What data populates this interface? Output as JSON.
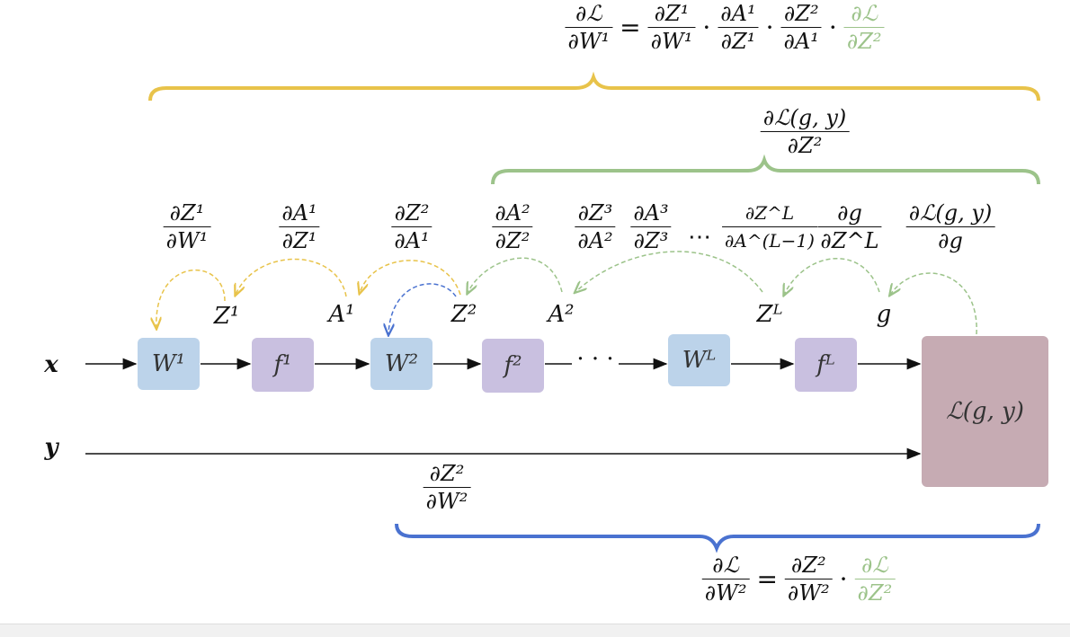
{
  "colors": {
    "yellow": "#e8c34a",
    "green": "#9cc38a",
    "blue": "#4a72d0",
    "w_box": "#bcd3ea",
    "f_box": "#c9c0e0",
    "loss_box": "#c6abb3"
  },
  "top_equation": {
    "lhs": {
      "num": "∂ℒ",
      "den": "∂W¹"
    },
    "eq": "=",
    "terms": [
      {
        "num": "∂Z¹",
        "den": "∂W¹"
      },
      {
        "num": "∂A¹",
        "den": "∂Z¹"
      },
      {
        "num": "∂Z²",
        "den": "∂A¹"
      },
      {
        "num": "∂ℒ",
        "den": "∂Z²"
      }
    ],
    "dot": "·"
  },
  "green_fraction": {
    "num": "∂ℒ(g, y)",
    "den": "∂Z²"
  },
  "local_grads": [
    {
      "num": "∂Z¹",
      "den": "∂W¹"
    },
    {
      "num": "∂A¹",
      "den": "∂Z¹"
    },
    {
      "num": "∂Z²",
      "den": "∂A¹"
    },
    {
      "num": "∂A²",
      "den": "∂Z²"
    },
    {
      "num": "∂Z³",
      "den": "∂A²"
    },
    {
      "num": "∂A³",
      "den": "∂Z³"
    },
    {
      "num": "∂Z^L",
      "den": "∂A^(L−1)"
    },
    {
      "num": "∂g",
      "den": "∂Z^L"
    },
    {
      "num": "∂ℒ(g, y)",
      "den": "∂g"
    }
  ],
  "ellipsis": "⋯",
  "node_labels": {
    "z1": "Z¹",
    "a1": "A¹",
    "z2": "Z²",
    "a2": "A²",
    "zL": "Zᴸ",
    "g": "g"
  },
  "inputs": {
    "x": "x",
    "y": "y"
  },
  "boxes": {
    "w1": "W¹",
    "f1": "f¹",
    "w2": "W²",
    "f2": "f²",
    "wL": "Wᴸ",
    "fL": "fᴸ",
    "loss": "ℒ(g, y)"
  },
  "chain_dots": "· · ·",
  "w2_fraction": {
    "num": "∂Z²",
    "den": "∂W²"
  },
  "bottom_equation": {
    "lhs": {
      "num": "∂ℒ",
      "den": "∂W²"
    },
    "eq": "=",
    "terms": [
      {
        "num": "∂Z²",
        "den": "∂W²"
      },
      {
        "num": "∂ℒ",
        "den": "∂Z²"
      }
    ],
    "dot": "·"
  }
}
